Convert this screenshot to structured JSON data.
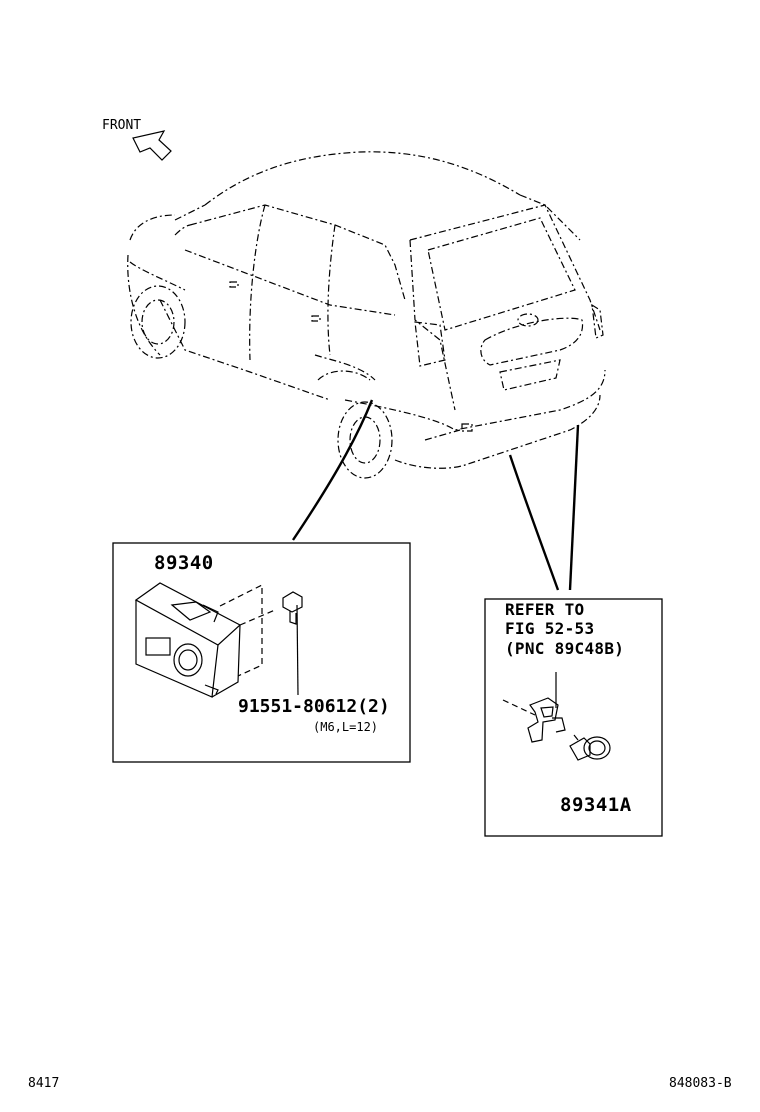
{
  "orientation": {
    "label": "FRONT"
  },
  "callout_left": {
    "part_number": "89340",
    "bolt_part_number": "91551-80612(2)",
    "bolt_spec": "(M6,L=12)"
  },
  "callout_right": {
    "refer_lines": [
      "REFER TO",
      "FIG 52-53",
      "(PNC 89C48B)"
    ],
    "part_number": "89341A"
  },
  "footer": {
    "left_code": "8417",
    "right_code": "848083-B"
  }
}
